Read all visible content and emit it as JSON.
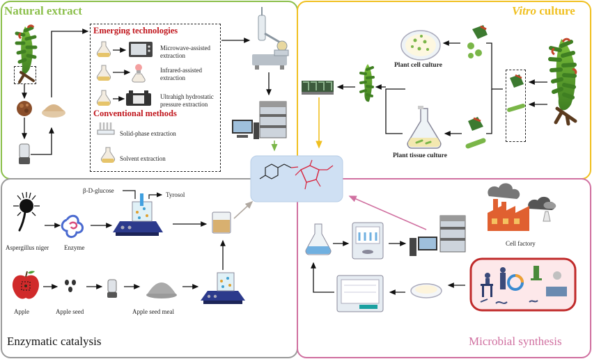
{
  "quadrants": {
    "natural_extract": {
      "title": "Natural extract",
      "color": "#8bbf4a"
    },
    "vitro_culture": {
      "title_em": "Vitro",
      "title_rest": " culture",
      "color": "#f0c020"
    },
    "enzymatic_catalysis": {
      "title": "Enzymatic catalysis",
      "color": "#9a9a9a"
    },
    "microbial_synthesis": {
      "title": "Microbial synthesis",
      "color": "#d070a0"
    }
  },
  "natural_extract": {
    "emerging_heading": "Emerging technologies",
    "emerging": [
      "Microwave-assisted extraction",
      "Infrared-assisted extraction",
      "Ultrahigh hydrostatic pressure extraction"
    ],
    "conventional_heading": "Conventional methods",
    "conventional": [
      "Solid-phase extraction",
      "Solvent extraction"
    ]
  },
  "vitro_culture": {
    "plant_cell_culture": "Plant cell culture",
    "plant_tissue_culture": "Plant tissue culture"
  },
  "enzymatic_catalysis": {
    "glucose": "β-D-glucose",
    "tyrosol": "Tyrosol",
    "aspergillus": "Aspergillus niger",
    "enzyme": "Enzyme",
    "apple": "Apple",
    "apple_seed": "Apple seed",
    "apple_seed_meal": "Apple seed meal"
  },
  "microbial_synthesis": {
    "cell_factory": "Cell factory"
  },
  "colors": {
    "arrow": "#111111",
    "green_arrow": "#7ab648",
    "yellow_arrow": "#f0c020",
    "gray_arrow": "#b0a8a0",
    "pink_arrow": "#d070a0",
    "molecule_box": "#cfe0f3",
    "molecule_red": "#d8203a"
  }
}
